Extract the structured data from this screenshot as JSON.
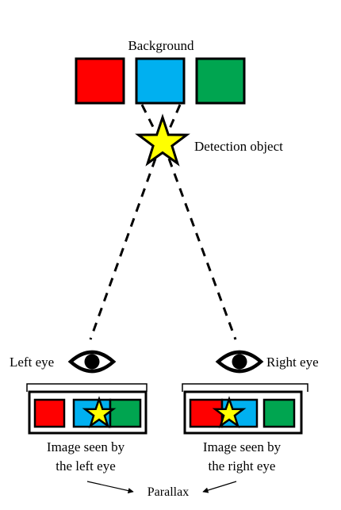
{
  "labels": {
    "background": "Background",
    "detection_object": "Detection object",
    "left_eye": "Left eye",
    "right_eye": "Right eye",
    "left_image_line1": "Image seen by",
    "left_image_line2": "the left eye",
    "right_image_line1": "Image seen by",
    "right_image_line2": "the right eye",
    "parallax": "Parallax"
  },
  "colors": {
    "red": "#ff0000",
    "blue": "#00b0f0",
    "green": "#00a550",
    "star": "#ffff00",
    "outline": "#000000"
  },
  "icons": {
    "eye": "eye-icon",
    "star": "star-icon"
  }
}
